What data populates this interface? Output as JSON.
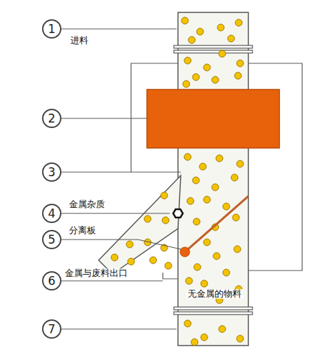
{
  "diagram": {
    "nodes": [
      {
        "text": [
          "1"
        ]
      },
      {
        "text": [
          "2"
        ]
      },
      {
        "text": [
          "3"
        ]
      },
      {
        "text": [
          "4"
        ]
      },
      {
        "text": [
          "5"
        ]
      },
      {
        "text": [
          "6"
        ]
      },
      {
        "text": [
          "7"
        ]
      }
    ],
    "labels": [
      "进料",
      "金属杂质",
      "分离板",
      "金属与废料出口",
      "无金属的物料"
    ]
  }
}
